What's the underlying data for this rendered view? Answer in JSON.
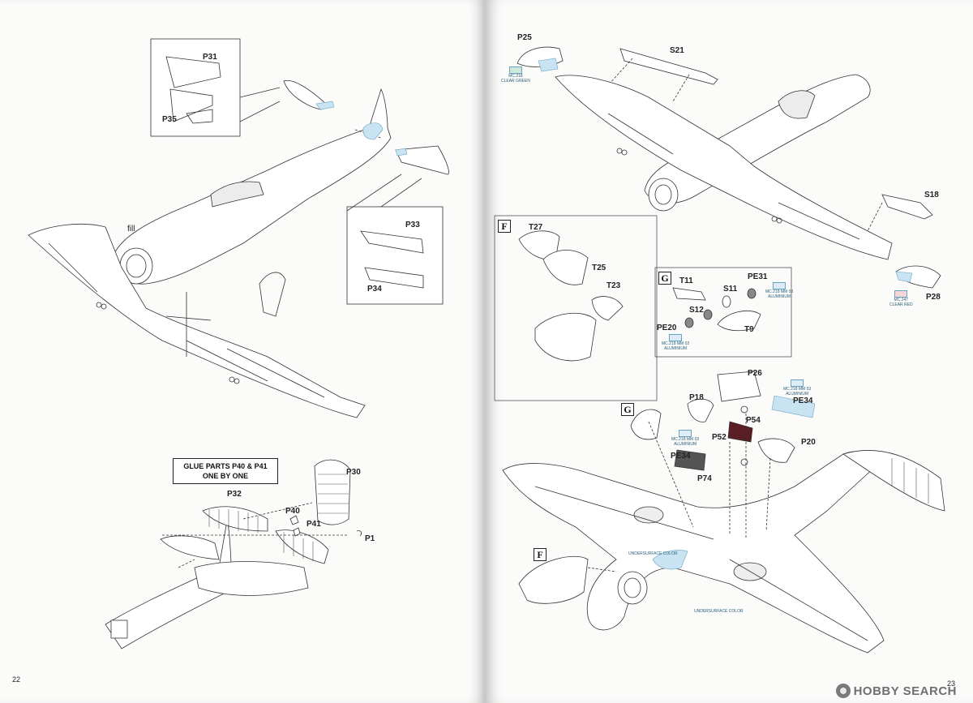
{
  "left_page": {
    "page_number": "22",
    "parts": {
      "p31": "P31",
      "p35": "P35",
      "p33": "P33",
      "p34": "P34",
      "fill": "fill",
      "p30": "P30",
      "p32": "P32",
      "p40": "P40",
      "p41": "P41",
      "p1": "P1"
    },
    "callout": {
      "line1": "GLUE PARTS P40 & P41",
      "line2": "ONE BY ONE"
    }
  },
  "right_page": {
    "page_number": "23",
    "parts": {
      "p25": "P25",
      "s21": "S21",
      "s18": "S18",
      "p28": "P28",
      "t27": "T27",
      "t25": "T25",
      "t23": "T23",
      "t11": "T11",
      "s11": "S11",
      "pe31": "PE31",
      "s12": "S12",
      "pe20": "PE20",
      "t9": "T9",
      "p26": "P26",
      "p18": "P18",
      "pe34a": "PE34",
      "p54": "P54",
      "p52": "P52",
      "p20": "P20",
      "pe34b": "PE34",
      "p74": "P74"
    },
    "step_badges": {
      "f_top": "F",
      "g_box": "G",
      "g_ref": "G",
      "f_ref": "F"
    },
    "paint_notes": {
      "clear_green": {
        "code": "MC.218",
        "text": "CLEAR GREEN"
      },
      "clear_red": {
        "code": "MC.247",
        "text": "CLEAR RED"
      },
      "aluminium_1": {
        "code": "MC.218 MM 03",
        "text": "ALUMINIUM"
      },
      "aluminium_2": {
        "code": "MC.218 MM 03",
        "text": "ALUMINIUM"
      },
      "aluminium_3": {
        "code": "MC.218 MM 03",
        "text": "ALUMINIUM"
      },
      "aluminium_4": {
        "code": "MC.218 MM 03",
        "text": "ALUMINIUM"
      },
      "underside_1": "UNDERSURFACE COLOR",
      "underside_2": "UNDERSURFACE COLOR"
    }
  },
  "watermark": {
    "text": "HOBBY SEARCH"
  },
  "colors": {
    "paper": "#fbfbfa",
    "line": "#333333",
    "clear_part": "#c8e3f1",
    "dark_part": "#5a1e24"
  }
}
